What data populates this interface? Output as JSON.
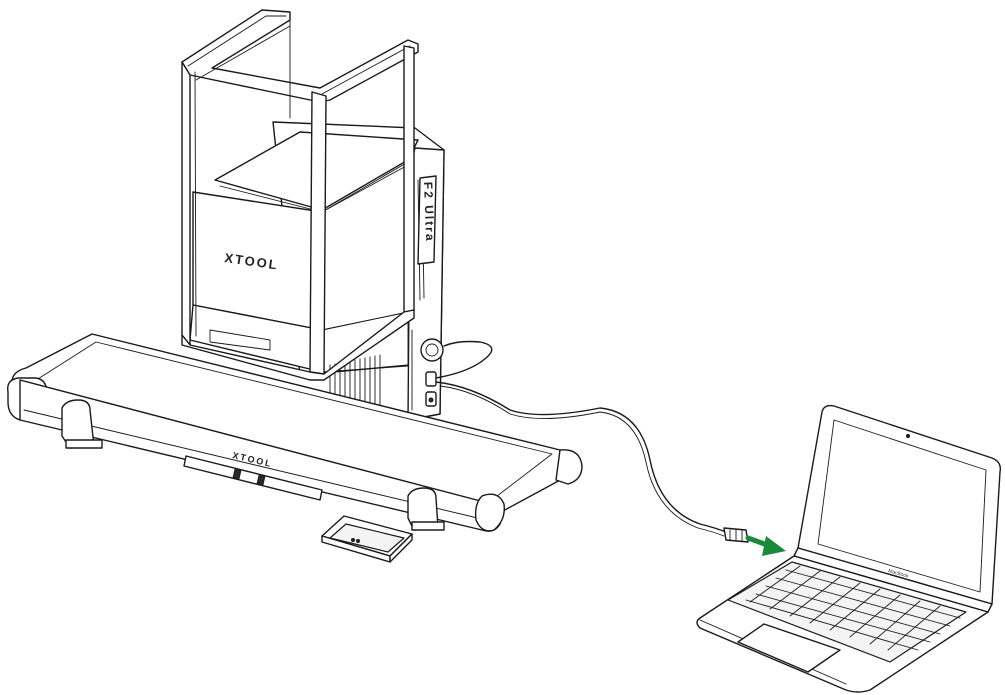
{
  "machine": {
    "brand_label": "XTOOL",
    "model_label": "F2 Ultra"
  },
  "conveyor": {
    "brand_label": "XTOOL"
  },
  "laptop": {
    "keyboard_label": "MacBook"
  },
  "colors": {
    "line": "#1a1a1a",
    "arrow": "#1a8a3a",
    "background": "#ffffff"
  }
}
